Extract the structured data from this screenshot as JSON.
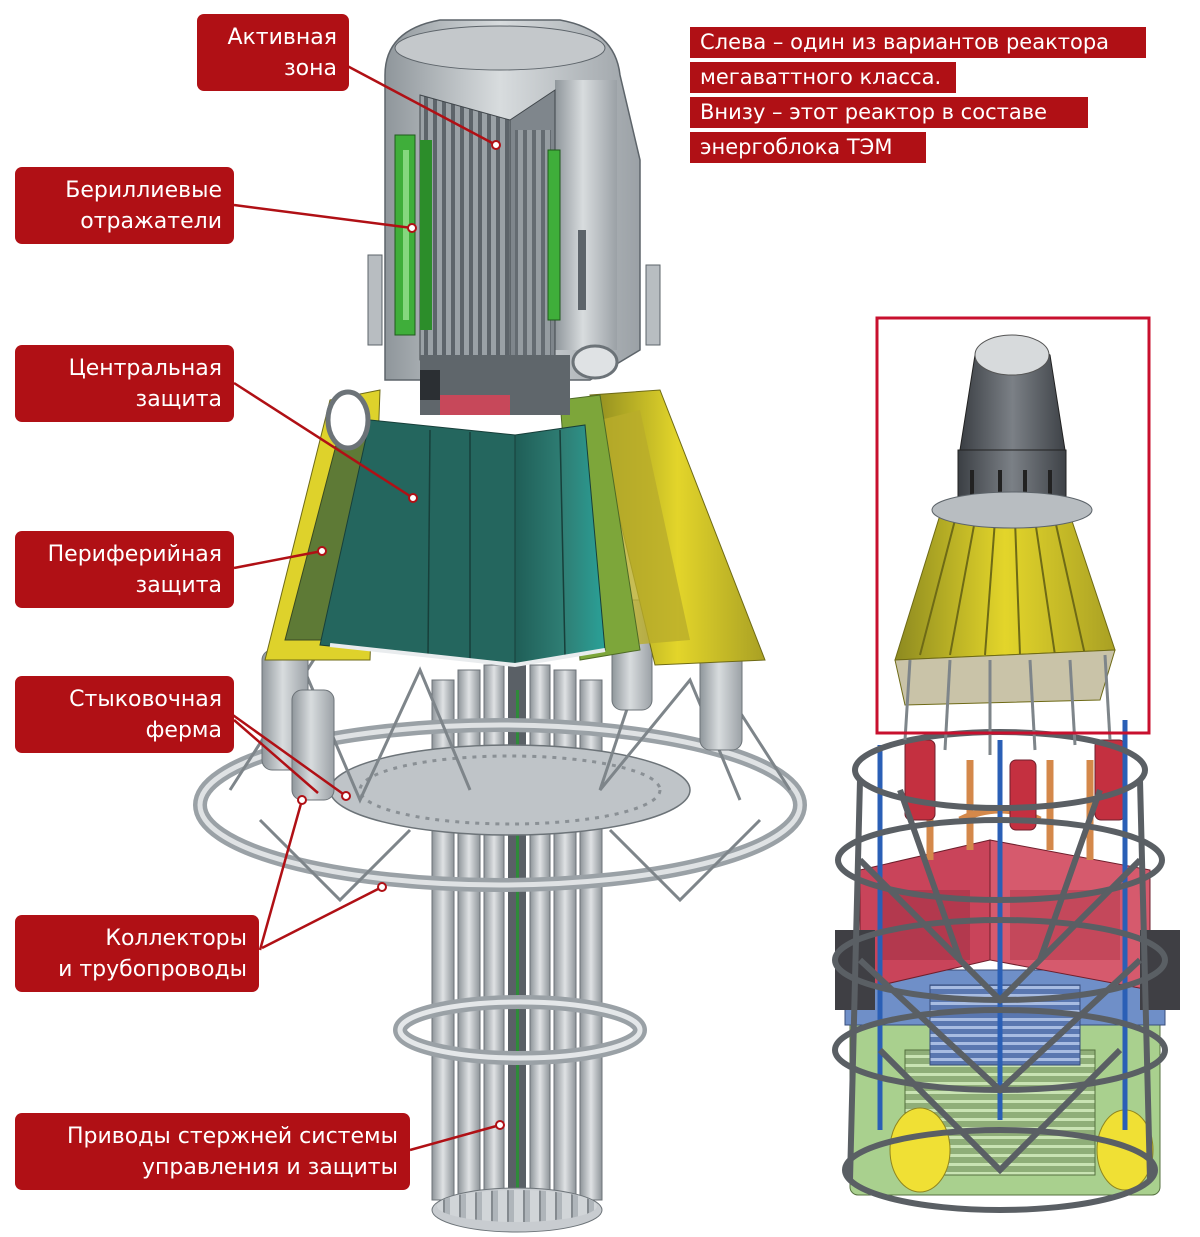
{
  "labels": {
    "active_zone": [
      "Активная",
      "зона"
    ],
    "beryllium_reflectors": [
      "Бериллиевые",
      "отражатели"
    ],
    "central_shield": [
      "Центральная",
      "защита"
    ],
    "peripheral_shield": [
      "Периферийная",
      "защита"
    ],
    "docking_truss": [
      "Стыковочная",
      "ферма"
    ],
    "collectors_pipes": [
      "Коллекторы",
      "и трубопроводы"
    ],
    "rod_drives": [
      "Приводы стержней системы",
      "управления и защиты"
    ]
  },
  "note": [
    "Слева – один из вариантов реактора",
    "мегаваттного класса.",
    "Внизу – этот реактор в составе",
    "энергоблока ТЭМ"
  ],
  "colors": {
    "label_bg": "#b01015",
    "label_text": "#ffffff",
    "highlight_frame": "#c8102e",
    "shield_teal": "#2f7f75",
    "reflector_green": "#3fae3a",
    "periphery_yellow": "#e3d52a",
    "metal_grey": "#b9bec2",
    "radiator_red": "#c9445a",
    "module_green": "#a9d08e",
    "module_blue": "#6f8fc8"
  }
}
